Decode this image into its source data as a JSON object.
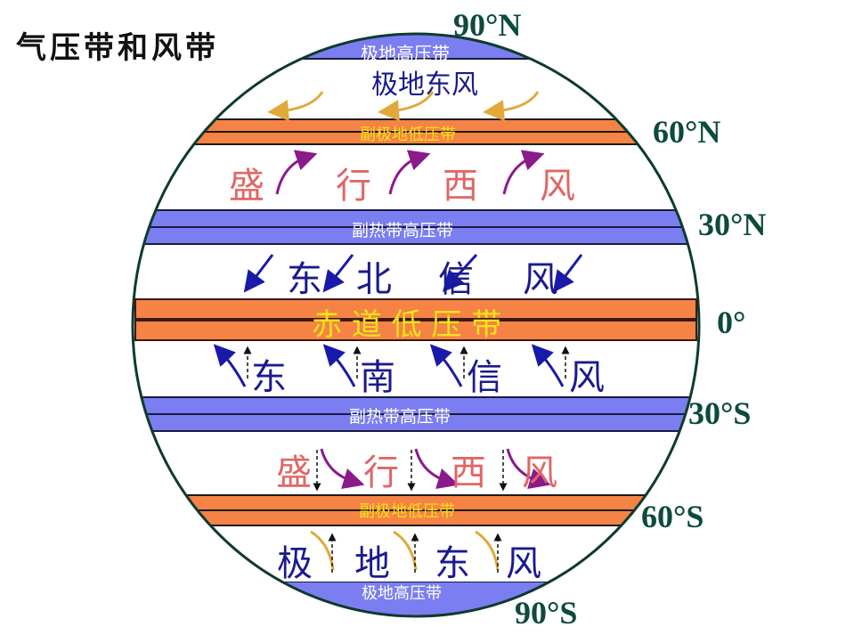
{
  "title": "气压带和风带",
  "colors": {
    "high_pressure": "#7b7ef0",
    "low_pressure": "#f58345",
    "circle_stroke": "#0d3b2e",
    "band_line": "#1a1a40",
    "low_label": "#f7e21a",
    "high_label": "#ffffff",
    "westerlies": "#e06666",
    "easterlies": "#1a1a8f",
    "westerly_arrow": "#8b1a8b",
    "polar_arrow": "#e0a93a",
    "trade_arrow": "#1a1aaa",
    "lat_label": "#0d4a3c"
  },
  "latitudes": {
    "n90": "90°N",
    "n60": "60°N",
    "n30": "30°N",
    "eq": "0°",
    "s30": "30°S",
    "s60": "60°S",
    "s90": "90°S"
  },
  "pressure_belts": {
    "north_polar_high": "极地高压带",
    "north_subpolar_low": "副极地低压带",
    "north_subtropical_high": "副热带高压带",
    "equatorial_low": "赤 道 低 压 带",
    "south_subtropical_high": "副热带高压带",
    "south_subpolar_low": "副极地低压带",
    "south_polar_high": "极地高压带"
  },
  "wind_belts": {
    "north_polar_easterlies": "极地东风",
    "north_westerlies": [
      "盛",
      "行",
      "西",
      "风"
    ],
    "ne_trades": [
      "东",
      "北",
      "信",
      "风"
    ],
    "se_trades": [
      "东",
      "南",
      "信",
      "风"
    ],
    "south_westerlies": [
      "盛",
      "行",
      "西",
      "风"
    ],
    "south_polar_easterlies": [
      "极",
      "地",
      "东",
      "风"
    ]
  }
}
